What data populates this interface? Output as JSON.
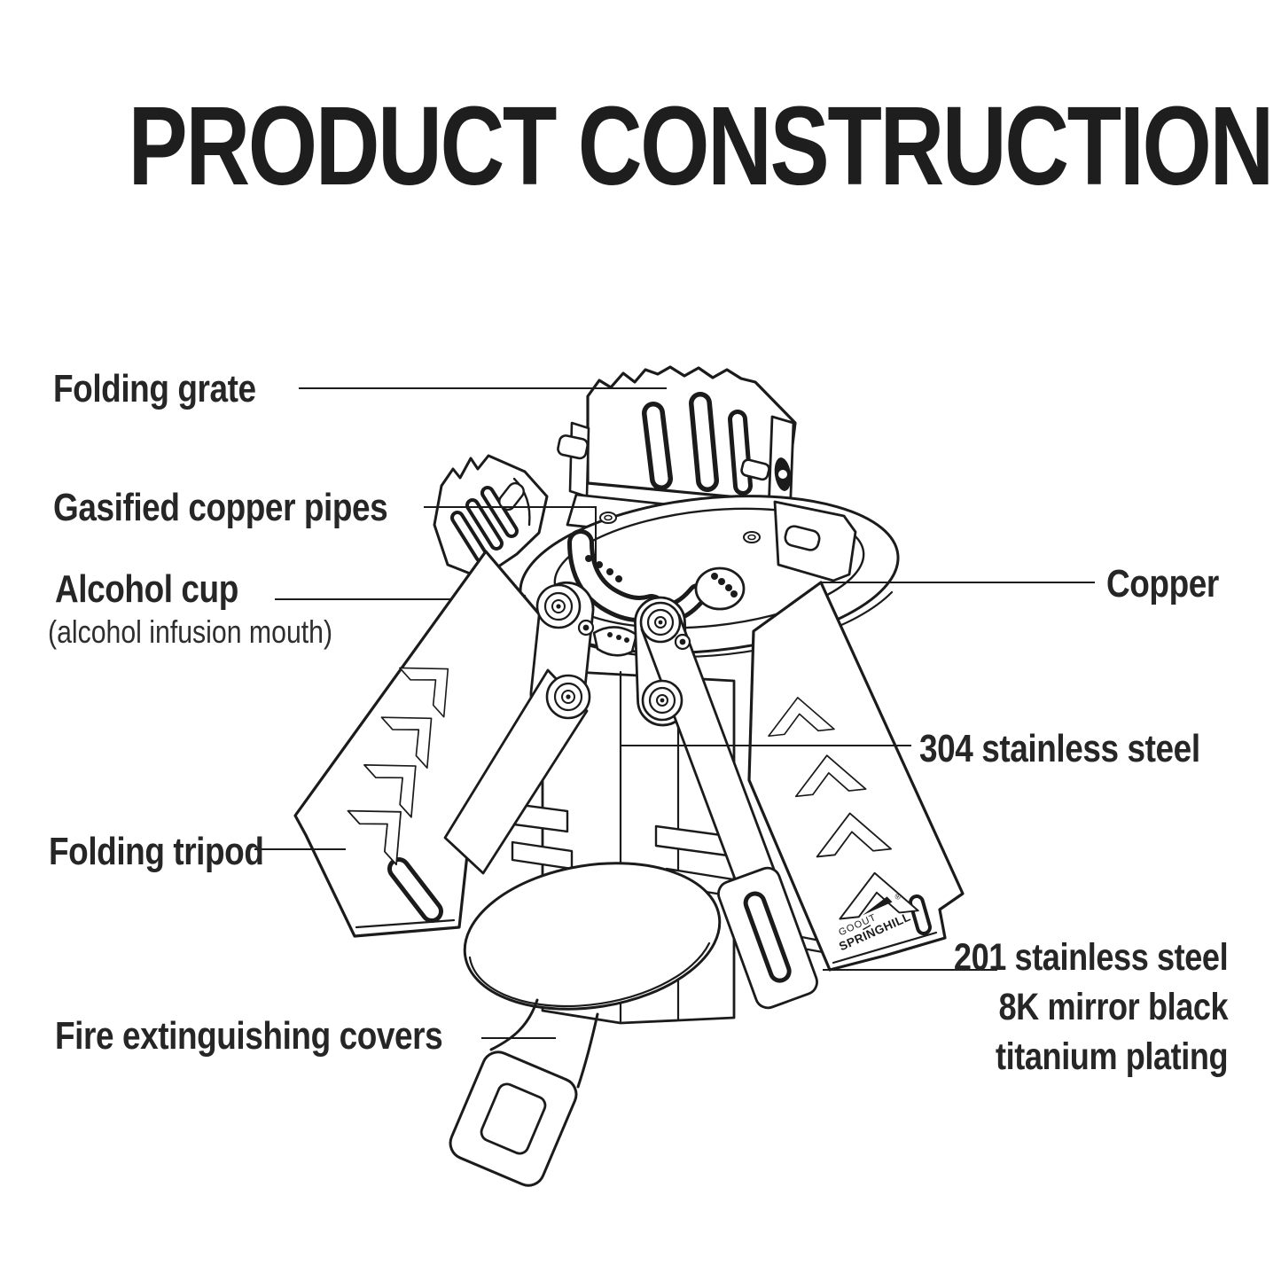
{
  "title": "PRODUCT CONSTRUCTION",
  "labels": {
    "folding_grate": "Folding grate",
    "gasified_copper_pipes": "Gasified copper pipes",
    "alcohol_cup": "Alcohol cup",
    "alcohol_cup_sub": "(alcohol infusion mouth)",
    "copper": "Copper",
    "stainless_304": "304 stainless steel",
    "folding_tripod": "Folding tripod",
    "stainless_201_line1": "201 stainless steel",
    "stainless_201_line2": "8K mirror black",
    "stainless_201_line3": "titanium plating",
    "fire_covers": "Fire extinguishing covers"
  },
  "logo": {
    "line1": "GOOUT",
    "line2": "SPRINGHILL",
    "reg": "®"
  },
  "colors": {
    "ink": "#1b1b1b",
    "label_text": "#262626",
    "background": "#ffffff"
  }
}
